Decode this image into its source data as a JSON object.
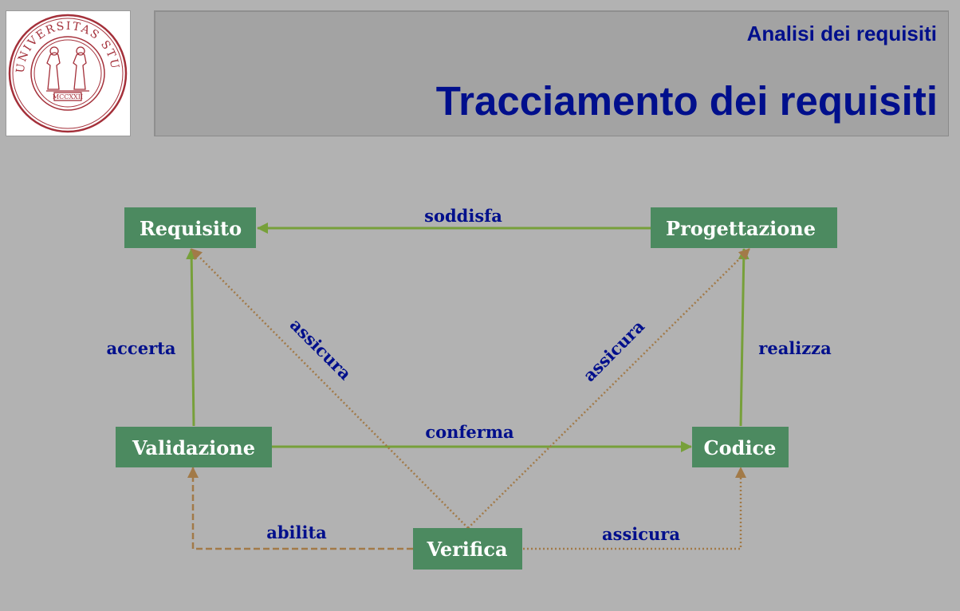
{
  "header": {
    "subtitle": "Analisi dei requisiti",
    "title": "Tracciamento dei requisiti"
  },
  "logo": {
    "text_top": "UNIVERSITAS STUDII PADUANI",
    "year": "MCCXXII"
  },
  "colors": {
    "node_fill": "#4c8a60",
    "solid_edge": "#77a03a",
    "dotted_edge": "#a27a48",
    "label_text": "#000f8c",
    "title_text": "#000f8c"
  },
  "nodes": {
    "requisito": "Requisito",
    "progettazione": "Progettazione",
    "validazione": "Validazione",
    "codice": "Codice",
    "verifica": "Verifica"
  },
  "edges": {
    "soddisfa": "soddisfa",
    "accerta": "accerta",
    "realizza": "realizza",
    "conferma": "conferma",
    "assicura_left": "assicura",
    "assicura_right": "assicura",
    "abilita": "abilita",
    "assicura_bottom": "assicura"
  }
}
